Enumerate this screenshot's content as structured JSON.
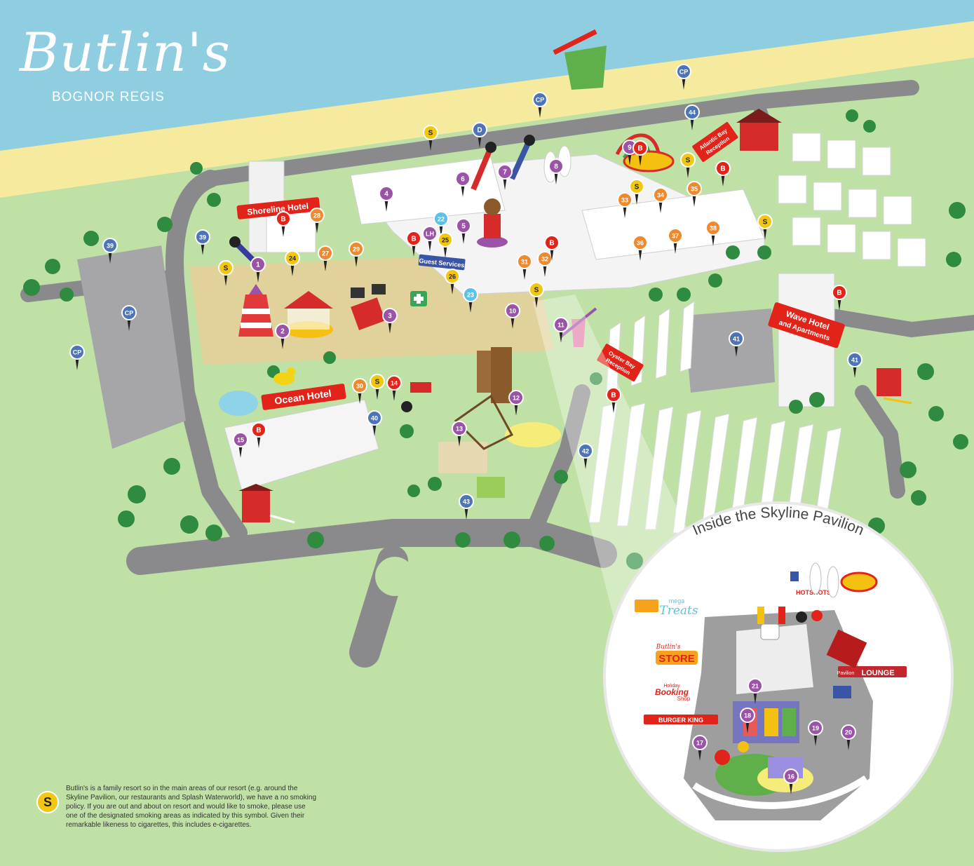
{
  "logo": {
    "brand": "Butlin's",
    "location": "BOGNOR REGIS"
  },
  "buildings": {
    "shoreline_hotel": "Shoreline Hotel",
    "ocean_hotel": "Ocean Hotel",
    "wave_hotel_line1": "Wave Hotel",
    "wave_hotel_line2": "and Apartments",
    "guest_services": "Guest Services",
    "atlantic_bay_line1": "Atlantic Bay",
    "atlantic_bay_line2": "Reception",
    "oyster_bay_line1": "Oyster Bay",
    "oyster_bay_line2": "Reception"
  },
  "pavilion": {
    "title": "Inside the Skyline Pavilion",
    "signs": {
      "treats_small": "mega",
      "treats": "Treats",
      "hotshots": "HOTSHOTS",
      "store_small": "Butlin's",
      "store": "STORE",
      "booking": "Booking",
      "booking_shop": "Shop",
      "booking_small": "Holiday",
      "burger_king": "BURGER KING",
      "lounge_small": "Pavilion",
      "lounge": "LOUNGE"
    }
  },
  "smoking_note": {
    "symbol": "S",
    "text": "Butlin's is a family resort so in the main areas of our resort (e.g. around the Skyline Pavilion, our restaurants and Splash Waterworld), we have a no smoking policy. If you are out and about on resort and would like to smoke, please use one of the designated smoking areas as indicated by this symbol. Given their remarkable likeness to cigarettes, this includes e-cigarettes."
  },
  "colors": {
    "sea": "#8fcde0",
    "sand": "#f5ea9e",
    "grass": "#bfe1a5",
    "road": "#8a8a8c",
    "purple_pin": "#9b53a7",
    "orange_pin": "#ee8a2d",
    "yellow_pin": "#f2c712",
    "blue_pin": "#4e74b8",
    "red_pin": "#e2231a",
    "lightblue_pin": "#5bc2e7",
    "sign_red": "#e2231a"
  },
  "pins": [
    {
      "label": "1",
      "type": "purple"
    },
    {
      "label": "2",
      "type": "purple"
    },
    {
      "label": "3",
      "type": "purple"
    },
    {
      "label": "4",
      "type": "purple"
    },
    {
      "label": "5",
      "type": "purple"
    },
    {
      "label": "6",
      "type": "purple"
    },
    {
      "label": "7",
      "type": "purple"
    },
    {
      "label": "8",
      "type": "purple"
    },
    {
      "label": "9",
      "type": "purple"
    },
    {
      "label": "10",
      "type": "purple"
    },
    {
      "label": "11",
      "type": "purple"
    },
    {
      "label": "12",
      "type": "purple"
    },
    {
      "label": "13",
      "type": "purple"
    },
    {
      "label": "14",
      "type": "red"
    },
    {
      "label": "15",
      "type": "purple"
    },
    {
      "label": "16",
      "type": "purple"
    },
    {
      "label": "17",
      "type": "purple"
    },
    {
      "label": "18",
      "type": "purple"
    },
    {
      "label": "19",
      "type": "purple"
    },
    {
      "label": "20",
      "type": "purple"
    },
    {
      "label": "21",
      "type": "purple"
    },
    {
      "label": "22",
      "type": "lightblue"
    },
    {
      "label": "23",
      "type": "lightblue"
    },
    {
      "label": "24",
      "type": "yellow"
    },
    {
      "label": "25",
      "type": "yellow"
    },
    {
      "label": "26",
      "type": "yellow"
    },
    {
      "label": "27",
      "type": "orange"
    },
    {
      "label": "28",
      "type": "orange"
    },
    {
      "label": "29",
      "type": "orange"
    },
    {
      "label": "30",
      "type": "orange"
    },
    {
      "label": "31",
      "type": "orange"
    },
    {
      "label": "32",
      "type": "orange"
    },
    {
      "label": "33",
      "type": "orange"
    },
    {
      "label": "34",
      "type": "orange"
    },
    {
      "label": "35",
      "type": "orange"
    },
    {
      "label": "36",
      "type": "orange"
    },
    {
      "label": "37",
      "type": "orange"
    },
    {
      "label": "38",
      "type": "orange"
    },
    {
      "label": "39",
      "type": "blue"
    },
    {
      "label": "39",
      "type": "blue"
    },
    {
      "label": "40",
      "type": "blue"
    },
    {
      "label": "41",
      "type": "blue"
    },
    {
      "label": "41",
      "type": "blue"
    },
    {
      "label": "42",
      "type": "blue"
    },
    {
      "label": "43",
      "type": "blue"
    },
    {
      "label": "44",
      "type": "blue"
    },
    {
      "label": "CP",
      "type": "blue"
    },
    {
      "label": "CP",
      "type": "blue"
    },
    {
      "label": "CP",
      "type": "blue"
    },
    {
      "label": "CP",
      "type": "blue"
    },
    {
      "label": "D",
      "type": "blue"
    },
    {
      "label": "LH",
      "type": "purple"
    },
    {
      "label": "B",
      "type": "red"
    },
    {
      "label": "B",
      "type": "red"
    },
    {
      "label": "B",
      "type": "red"
    },
    {
      "label": "B",
      "type": "red"
    },
    {
      "label": "B",
      "type": "red"
    },
    {
      "label": "B",
      "type": "red"
    },
    {
      "label": "B",
      "type": "red"
    },
    {
      "label": "B",
      "type": "red"
    },
    {
      "label": "S",
      "type": "yellow"
    },
    {
      "label": "S",
      "type": "yellow"
    },
    {
      "label": "S",
      "type": "yellow"
    },
    {
      "label": "S",
      "type": "yellow"
    },
    {
      "label": "S",
      "type": "yellow"
    },
    {
      "label": "S",
      "type": "yellow"
    },
    {
      "label": "S",
      "type": "yellow"
    }
  ]
}
